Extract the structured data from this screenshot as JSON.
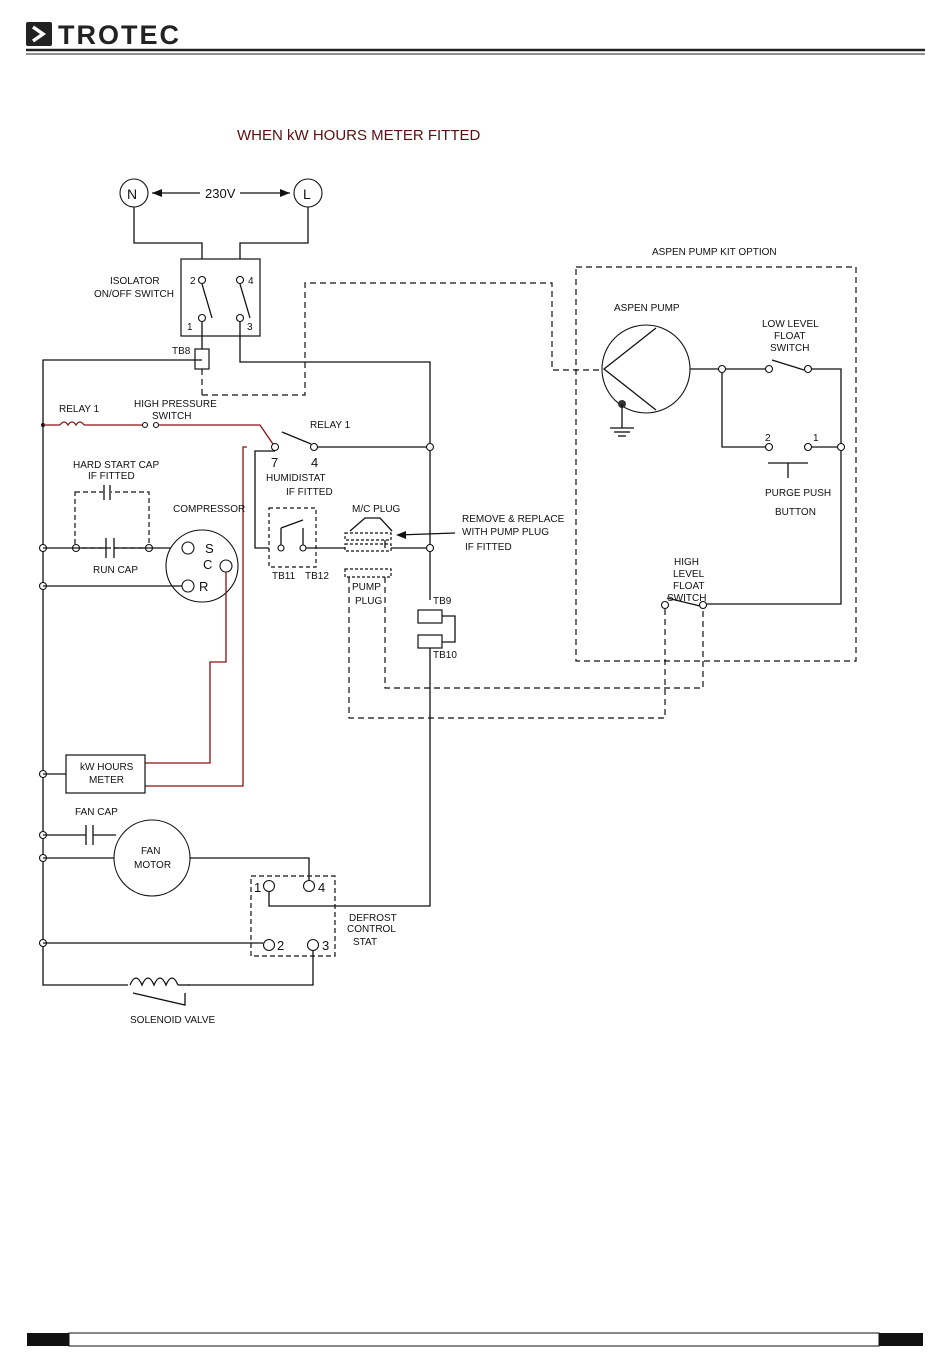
{
  "header": {
    "brand": "TROTEC"
  },
  "diagram": {
    "title": "WHEN kW HOURS METER FITTED",
    "supply": {
      "neutral": "N",
      "live": "L",
      "voltage": "230V"
    },
    "isolator": {
      "label_line1": "ISOLATOR",
      "label_line2": "ON/OFF SWITCH",
      "t1": "1",
      "t2": "2",
      "t3": "3",
      "t4": "4"
    },
    "tb8": "TB8",
    "relay_coil": "RELAY 1",
    "high_pressure": {
      "line1": "HIGH PRESSURE",
      "line2": "SWITCH"
    },
    "relay_contact": {
      "label": "RELAY 1",
      "t7": "7",
      "t4": "4"
    },
    "humidistat": {
      "line1": "HUMIDISTAT",
      "line2": "IF FITTED",
      "tb11": "TB11",
      "tb12": "TB12"
    },
    "hard_start": {
      "line1": "HARD START CAP",
      "line2": "IF FITTED"
    },
    "compressor": {
      "label": "COMPRESSOR",
      "s": "S",
      "c": "C",
      "r": "R"
    },
    "run_cap": "RUN CAP",
    "mc_plug": "M/C PLUG",
    "remove_note": {
      "line1": "REMOVE & REPLACE",
      "line2": "WITH PUMP PLUG",
      "line3": "IF FITTED"
    },
    "pump_plug": {
      "line1": "PUMP",
      "line2": "PLUG"
    },
    "tb9": "TB9",
    "tb10": "TB10",
    "kw_meter": {
      "line1": "kW HOURS",
      "line2": "METER"
    },
    "fan_cap": "FAN CAP",
    "fan_motor": {
      "line1": "FAN",
      "line2": "MOTOR"
    },
    "defrost": {
      "line1": "DEFROST",
      "line2": "CONTROL",
      "line3": "STAT",
      "t1": "1",
      "t2": "2",
      "t3": "3",
      "t4": "4"
    },
    "solenoid": "SOLENOID VALVE",
    "aspen_kit": "ASPEN PUMP KIT OPTION",
    "aspen_pump": "ASPEN PUMP",
    "low_float": {
      "line1": "LOW LEVEL",
      "line2": "FLOAT",
      "line3": "SWITCH"
    },
    "purge": {
      "line1": "PURGE PUSH",
      "line2": "BUTTON",
      "t1": "1",
      "t2": "2"
    },
    "high_float": {
      "line1": "HIGH",
      "line2": "LEVEL",
      "line3": "FLOAT",
      "line4": "SWITCH"
    }
  }
}
